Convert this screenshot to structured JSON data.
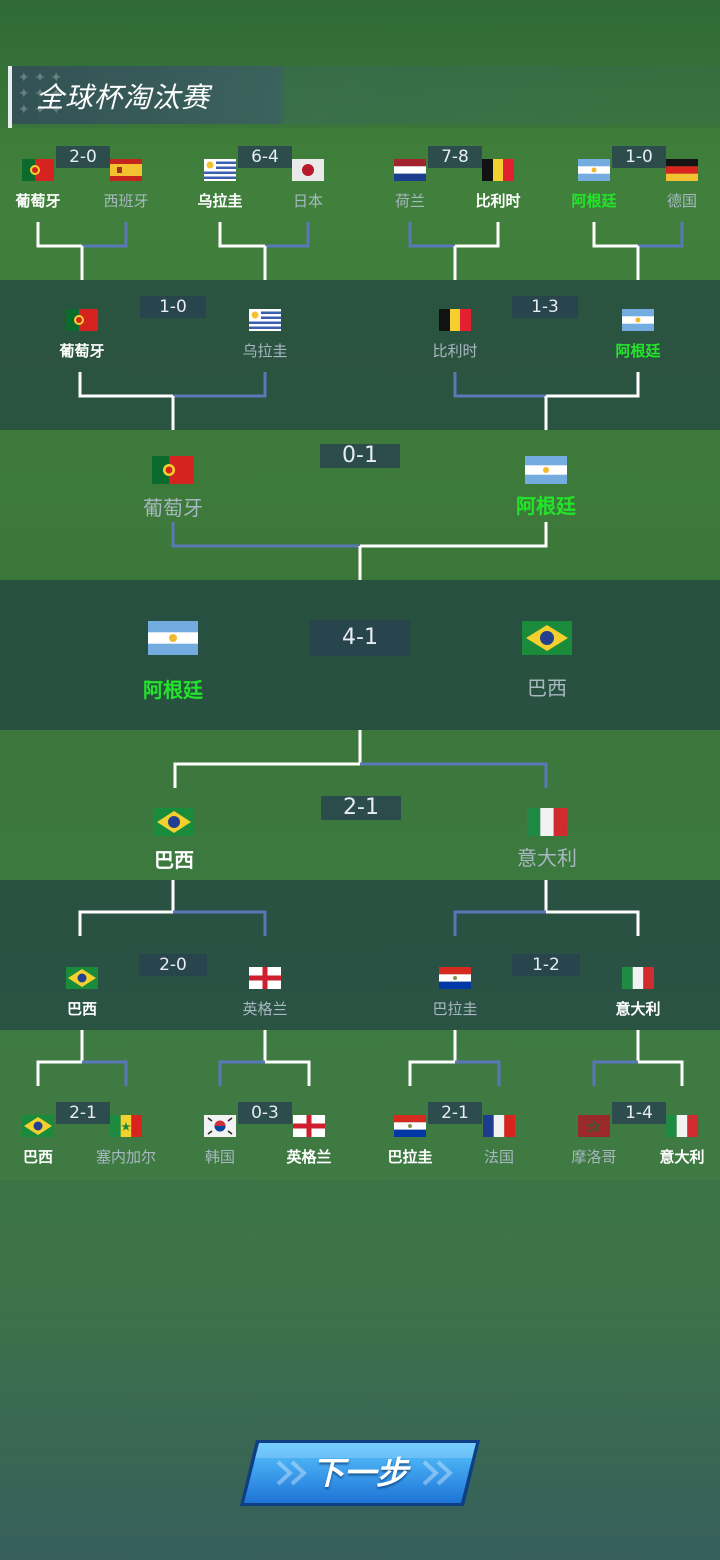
{
  "title": "全球杯淘汰赛",
  "next_button": "下一步",
  "round_of_16_top": [
    {
      "score": "2-0",
      "left": {
        "name": "葡萄牙",
        "flag": "portugal-flag"
      },
      "right": {
        "name": "西班牙",
        "flag": "spain-flag"
      },
      "winner": "left"
    },
    {
      "score": "6-4",
      "left": {
        "name": "乌拉圭",
        "flag": "uruguay-flag"
      },
      "right": {
        "name": "日本",
        "flag": "japan-flag"
      },
      "winner": "left"
    },
    {
      "score": "7-8",
      "left": {
        "name": "荷兰",
        "flag": "netherlands-flag"
      },
      "right": {
        "name": "比利时",
        "flag": "belgium-flag"
      },
      "winner": "right"
    },
    {
      "score": "1-0",
      "left": {
        "name": "阿根廷",
        "flag": "argentina-flag"
      },
      "right": {
        "name": "德国",
        "flag": "germany-flag"
      },
      "winner": "left"
    }
  ],
  "quarter_top": [
    {
      "score": "1-0",
      "left": {
        "name": "葡萄牙"
      },
      "right": {
        "name": "乌拉圭"
      },
      "winner": "left"
    },
    {
      "score": "1-3",
      "left": {
        "name": "比利时"
      },
      "right": {
        "name": "阿根廷"
      },
      "winner": "right"
    }
  ],
  "semi_top": {
    "score": "0-1",
    "left": {
      "name": "葡萄牙"
    },
    "right": {
      "name": "阿根廷"
    },
    "winner": "right"
  },
  "final": {
    "score": "4-1",
    "left": {
      "name": "阿根廷"
    },
    "right": {
      "name": "巴西"
    },
    "winner": "left"
  },
  "semi_bottom": {
    "score": "2-1",
    "left": {
      "name": "巴西"
    },
    "right": {
      "name": "意大利"
    },
    "winner": "left"
  },
  "quarter_bottom": [
    {
      "score": "2-0",
      "left": {
        "name": "巴西"
      },
      "right": {
        "name": "英格兰"
      },
      "winner": "left"
    },
    {
      "score": "1-2",
      "left": {
        "name": "巴拉圭"
      },
      "right": {
        "name": "意大利"
      },
      "winner": "right"
    }
  ],
  "round_of_16_bottom": [
    {
      "score": "2-1",
      "left": {
        "name": "巴西",
        "flag": "brazil-flag"
      },
      "right": {
        "name": "塞内加尔",
        "flag": "senegal-flag"
      },
      "winner": "left"
    },
    {
      "score": "0-3",
      "left": {
        "name": "韩国",
        "flag": "south-korea-flag"
      },
      "right": {
        "name": "英格兰",
        "flag": "england-flag"
      },
      "winner": "right"
    },
    {
      "score": "2-1",
      "left": {
        "name": "巴拉圭",
        "flag": "paraguay-flag"
      },
      "right": {
        "name": "法国",
        "flag": "france-flag"
      },
      "winner": "left"
    },
    {
      "score": "1-4",
      "left": {
        "name": "摩洛哥",
        "flag": "morocco-flag"
      },
      "right": {
        "name": "意大利",
        "flag": "italy-flag"
      },
      "winner": "right"
    }
  ],
  "colors": {
    "highlight_green": "#22e52a",
    "winner_line": "#ffffff",
    "loser_line": "#5a78b8",
    "score_box": "#284150"
  }
}
